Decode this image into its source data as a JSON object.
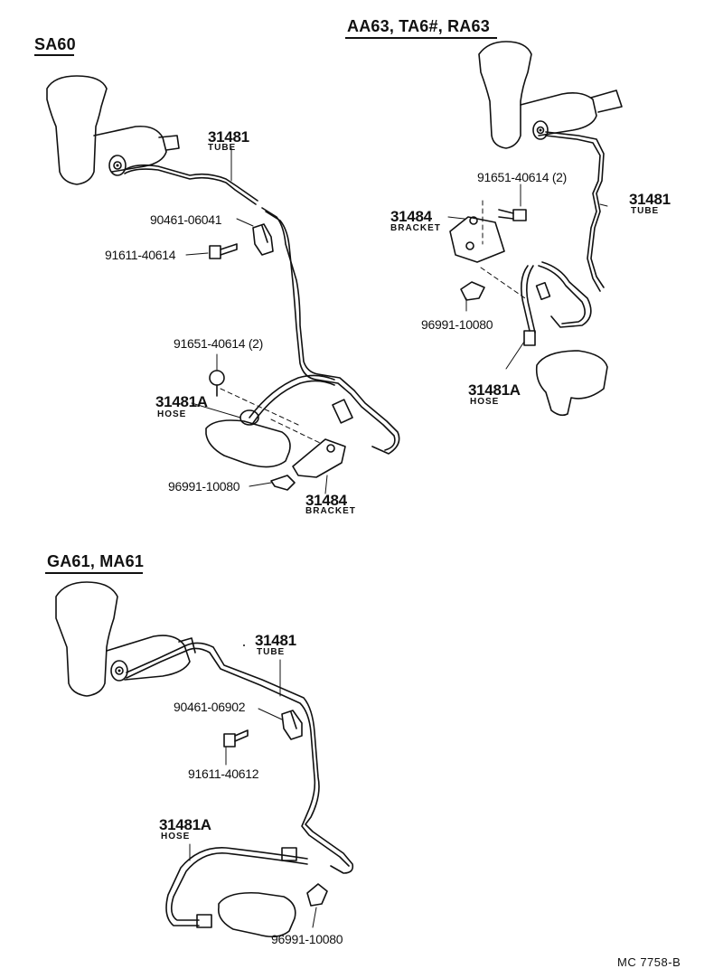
{
  "sections": {
    "sa60": {
      "heading": "SA60",
      "labels": {
        "tube_no": "31481",
        "tube_name": "TUBE",
        "clip_no": "90461-06041",
        "bolt_no": "91611-40614",
        "bolt2_no": "91651-40614 (2)",
        "hose_no": "31481A",
        "hose_name": "HOSE",
        "clamp_no": "96991-10080",
        "bracket_no": "31484",
        "bracket_name": "BRACKET"
      }
    },
    "aa63": {
      "heading": "AA63, TA6#, RA63",
      "labels": {
        "bolt_no": "91651-40614 (2)",
        "tube_no": "31481",
        "tube_name": "TUBE",
        "bracket_no": "31484",
        "bracket_name": "BRACKET",
        "clamp_no": "96991-10080",
        "hose_no": "31481A",
        "hose_name": "HOSE"
      }
    },
    "ga61": {
      "heading": "GA61, MA61",
      "labels": {
        "tube_no": "31481",
        "tube_name": "TUBE",
        "clip_no": "90461-06902",
        "bolt_no": "91611-40612",
        "hose_no": "31481A",
        "hose_name": "HOSE",
        "clamp_no": "96991-10080"
      }
    }
  },
  "footer_code": "MC  7758-B"
}
